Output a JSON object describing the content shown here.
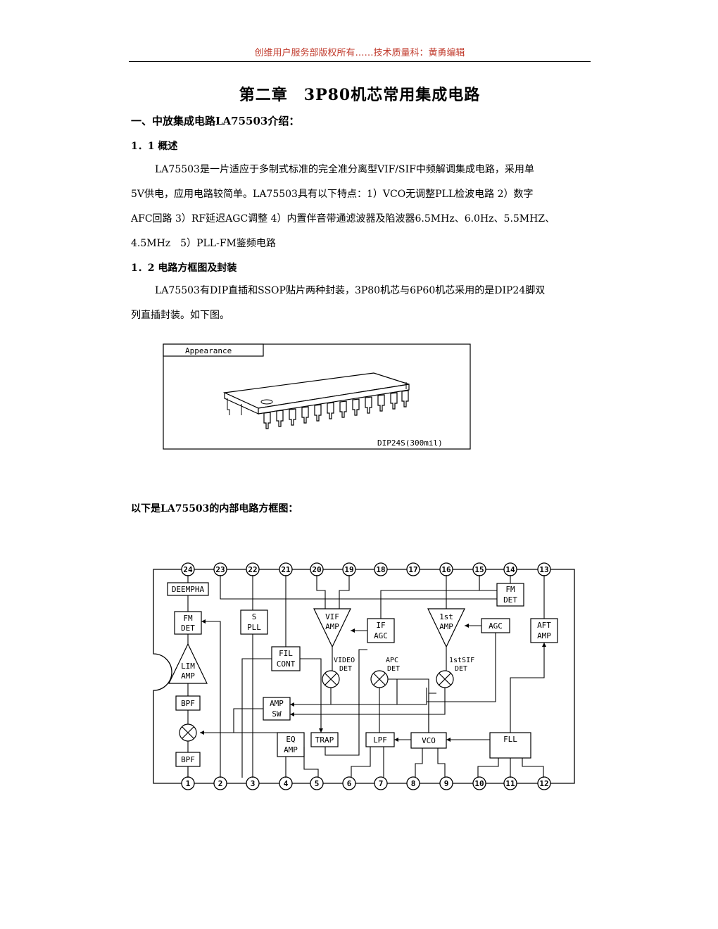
{
  "header": "创维用户服务部版权所有……技术质量科：黄勇编辑",
  "title": "第二章　3P80机芯常用集成电路",
  "section1": "一、中放集成电路LA75503介绍：",
  "sub1": "1．1 概述",
  "para1": [
    "LA75503是一片适应于多制式标准的完全准分离型VIF/SIF中频解调集成电路，采用单",
    "5V供电，应用电路较简单。LA75503具有以下特点：1）VCO无调整PLL检波电路 2）数字",
    "AFC回路 3）RF延迟AGC调整 4）内置伴音带通滤波器及陷波器6.5MHz、6.0Hz、5.5MHZ、",
    "4.5MHz　5）PLL-FM鉴频电路"
  ],
  "sub2": "1．2 电路方框图及封装",
  "para2": [
    "LA75503有DIP直插和SSOP贴片两种封装，3P80机芯与6P60机芯采用的是DIP24脚双",
    "列直插封装。如下图。"
  ],
  "figure1": {
    "label": "Appearance",
    "package": "DIP24S(300mil)"
  },
  "caption2": "以下是LA75503的内部电路方框图：",
  "diagram": {
    "top_pins": [
      "24",
      "23",
      "22",
      "21",
      "20",
      "19",
      "18",
      "17",
      "16",
      "15",
      "14",
      "13"
    ],
    "bottom_pins": [
      "1",
      "2",
      "3",
      "4",
      "5",
      "6",
      "7",
      "8",
      "9",
      "10",
      "11",
      "12"
    ],
    "blocks": {
      "deempha": "DEEMPHA",
      "fm_det_left": [
        "FM",
        "DET"
      ],
      "s_pll": [
        "S",
        "PLL"
      ],
      "fil_cont": [
        "FIL",
        "CONT"
      ],
      "vif_amp": [
        "VIF",
        "AMP"
      ],
      "if_agc": [
        "IF",
        "AGC"
      ],
      "first_amp": [
        "1st",
        "AMP"
      ],
      "agc": "AGC",
      "fm_det_right": [
        "FM",
        "DET"
      ],
      "aft_amp": [
        "AFT",
        "AMP"
      ],
      "lim_amp": [
        "LIM",
        "AMP"
      ],
      "bpf_upper": "BPF",
      "bpf_lower": "BPF",
      "amp_sw": [
        "AMP",
        "SW"
      ],
      "eq_amp": [
        "EQ",
        "AMP"
      ],
      "trap": "TRAP",
      "lpf": "LPF",
      "vco": "VCO",
      "fll": "FLL",
      "video_det": [
        "VIDEO",
        "DET"
      ],
      "apc_det": [
        "APC",
        "DET"
      ],
      "first_sif_det": [
        "1stSIF",
        "DET"
      ]
    }
  }
}
